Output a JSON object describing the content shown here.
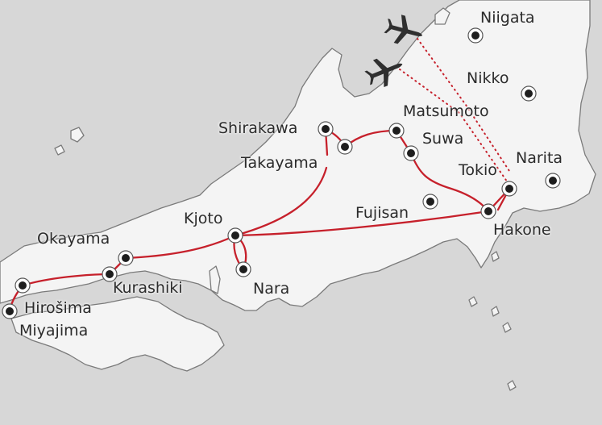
{
  "map": {
    "colors": {
      "sea": "#d7d7d7",
      "land": "#f4f4f4",
      "coast": "#7a7a7a",
      "route": "#c6202b",
      "city_dot": "#1e1e1e",
      "plane": "#2f2f2f"
    },
    "cities": {
      "niigata": "Niigata",
      "nikko": "Nikko",
      "matsumoto": "Matsumoto",
      "shirakawa": "Shirakawa",
      "suwa": "Suwa",
      "takayama": "Takayama",
      "narita": "Narita",
      "tokio": "Tokio",
      "fujisan": "Fujisan",
      "kjoto": "Kjoto",
      "hakone": "Hakone",
      "okayama": "Okayama",
      "kurashiki": "Kurashiki",
      "nara": "Nara",
      "hirosima": "Hirošima",
      "miyajima": "Miyajima"
    },
    "icons": {
      "plane_1": "airplane-icon",
      "plane_2": "airplane-icon"
    }
  }
}
